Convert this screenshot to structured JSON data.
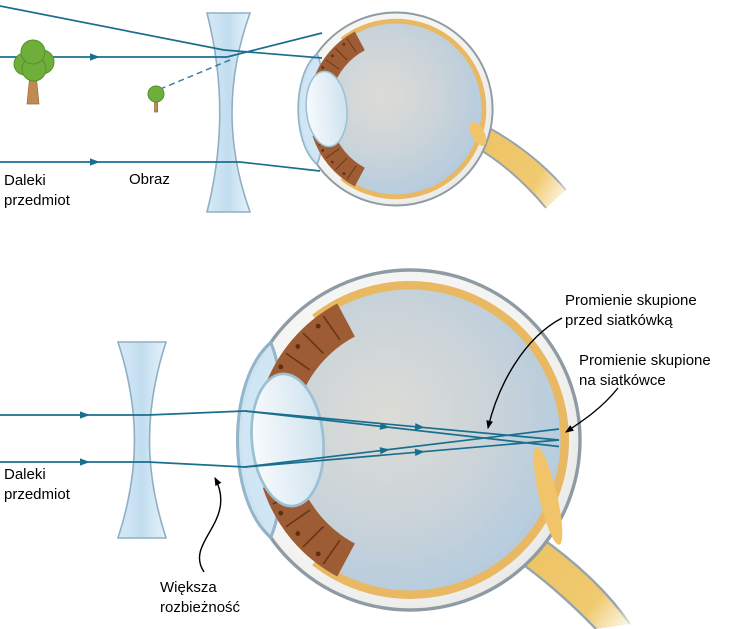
{
  "labels": {
    "top_object": "Daleki\nprzedmiot",
    "top_image": "Obraz",
    "bottom_object": "Daleki\nprzedmiot",
    "divergence": "Większa\nrozbieżność",
    "focus_before": "Promienie skupione\nprzed siatkówką",
    "focus_on": "Promienie skupione\nna siatkówce"
  },
  "colors": {
    "ray": "#1a6f8e",
    "retina": "#e9b863",
    "iris": "#9d5c33",
    "iris_detail": "#5e2d12",
    "nerve": "#f2c469",
    "sclera_outline": "#8e9ba3",
    "tree_foliage": "#6fae3a",
    "tree_trunk": "#c08a50",
    "annotation": "#000000"
  }
}
